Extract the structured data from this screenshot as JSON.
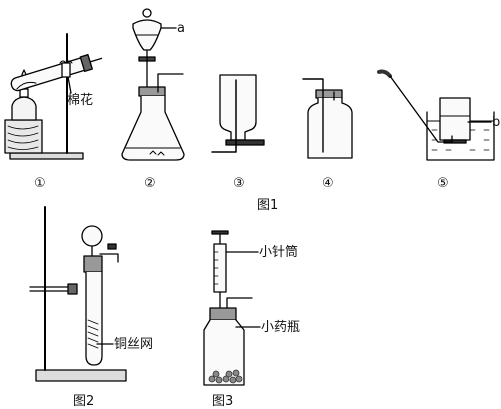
{
  "figure1": {
    "label_a": "a",
    "label_b": "b",
    "cotton_label": "棉花",
    "apparatus_numbers": [
      "①",
      "②",
      "③",
      "④",
      "⑤"
    ],
    "caption": "图1"
  },
  "figure2": {
    "mesh_label": "铜丝网",
    "caption": "图2"
  },
  "figure3": {
    "syringe_label": "小针筒",
    "bottle_label": "小药瓶",
    "caption": "图3"
  }
}
